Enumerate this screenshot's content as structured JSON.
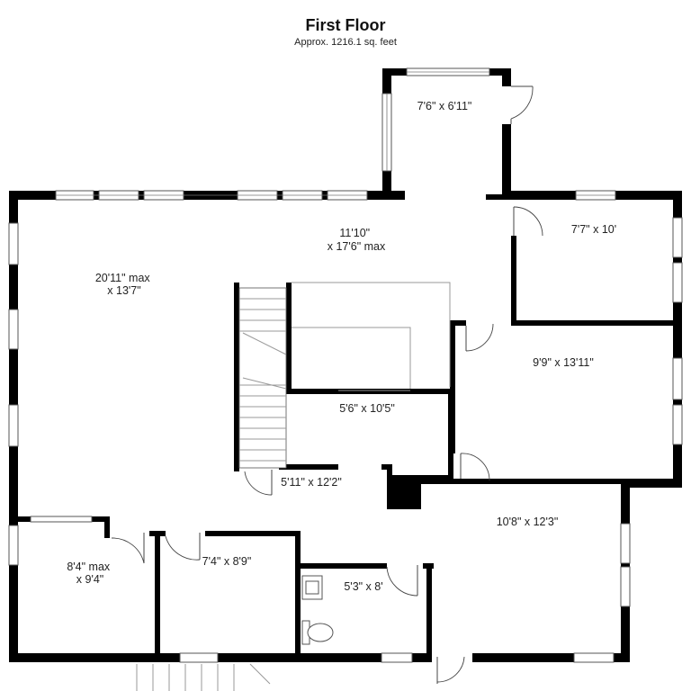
{
  "header": {
    "title": "First Floor",
    "subtitle": "Approx. 1216.1 sq. feet"
  },
  "rooms": [
    {
      "id": "entry-room",
      "lines": [
        "7'6\" x 6'11\""
      ]
    },
    {
      "id": "main-hall",
      "lines": [
        "11'10\"",
        "x 17'6\" max"
      ]
    },
    {
      "id": "living-room",
      "lines": [
        "20'11\" max",
        "x 13'7\""
      ]
    },
    {
      "id": "northeast-room",
      "lines": [
        "7'7\" x 10'"
      ]
    },
    {
      "id": "east-room",
      "lines": [
        "9'9\" x 13'11\""
      ]
    },
    {
      "id": "center-room",
      "lines": [
        "5'6\" x 10'5\""
      ]
    },
    {
      "id": "stair-closet",
      "lines": [
        "5'11\" x 12'2\""
      ]
    },
    {
      "id": "southeast-room",
      "lines": [
        "10'8\" x 12'3\""
      ]
    },
    {
      "id": "southwest-room",
      "lines": [
        "8'4\" max",
        "x 9'4\""
      ]
    },
    {
      "id": "south-room",
      "lines": [
        "7'4\" x 8'9\""
      ]
    },
    {
      "id": "bathroom",
      "lines": [
        "5'3\" x 8'"
      ]
    }
  ],
  "colors": {
    "wall": "#000000",
    "background": "#ffffff",
    "text": "#222222"
  }
}
